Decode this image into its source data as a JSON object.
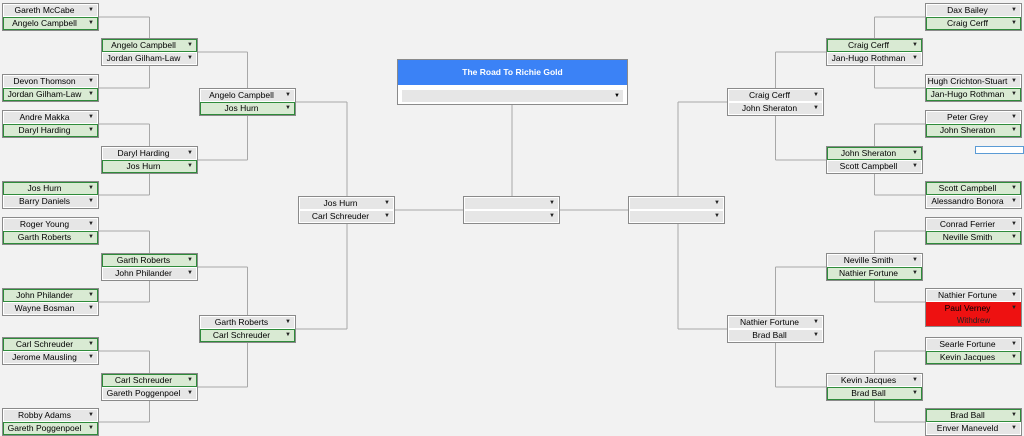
{
  "final": {
    "title": "The Road To Richie Gold",
    "selection": ""
  },
  "left": {
    "r1": [
      [
        {
          "name": "Gareth McCabe",
          "win": false
        },
        {
          "name": "Angelo Campbell",
          "win": true
        }
      ],
      [
        {
          "name": "Devon Thomson",
          "win": false
        },
        {
          "name": "Jordan Gilham-Law",
          "win": true
        }
      ],
      [
        {
          "name": "Andre Makka",
          "win": false
        },
        {
          "name": "Daryl Harding",
          "win": true
        }
      ],
      [
        {
          "name": "Jos Hurn",
          "win": true
        },
        {
          "name": "Barry Daniels",
          "win": false
        }
      ],
      [
        {
          "name": "Roger Young",
          "win": false
        },
        {
          "name": "Garth Roberts",
          "win": true
        }
      ],
      [
        {
          "name": "John Philander",
          "win": true
        },
        {
          "name": "Wayne Bosman",
          "win": false
        }
      ],
      [
        {
          "name": "Carl Schreuder",
          "win": true
        },
        {
          "name": "Jerome Mausling",
          "win": false
        }
      ],
      [
        {
          "name": "Robby Adams",
          "win": false
        },
        {
          "name": "Gareth Poggenpoel",
          "win": true
        }
      ]
    ],
    "r2": [
      [
        {
          "name": "Angelo Campbell",
          "win": true
        },
        {
          "name": "Jordan Gilham-Law",
          "win": false
        }
      ],
      [
        {
          "name": "Daryl Harding",
          "win": false
        },
        {
          "name": "Jos Hurn",
          "win": true
        }
      ],
      [
        {
          "name": "Garth Roberts",
          "win": true
        },
        {
          "name": "John Philander",
          "win": false
        }
      ],
      [
        {
          "name": "Carl Schreuder",
          "win": true
        },
        {
          "name": "Gareth Poggenpoel",
          "win": false
        }
      ]
    ],
    "r3": [
      [
        {
          "name": "Angelo Campbell",
          "win": false
        },
        {
          "name": "Jos Hurn",
          "win": true
        }
      ],
      [
        {
          "name": "Garth Roberts",
          "win": false
        },
        {
          "name": "Carl Schreuder",
          "win": true
        }
      ]
    ],
    "r4": [
      [
        {
          "name": "Jos Hurn",
          "win": false
        },
        {
          "name": "Carl Schreuder",
          "win": false
        }
      ]
    ]
  },
  "right": {
    "r1": [
      [
        {
          "name": "Dax Bailey",
          "win": false
        },
        {
          "name": "Craig Cerff",
          "win": true
        }
      ],
      [
        {
          "name": "Hugh Crichton-Stuart",
          "win": false
        },
        {
          "name": "Jan-Hugo Rothman",
          "win": true
        }
      ],
      [
        {
          "name": "Peter Grey",
          "win": false
        },
        {
          "name": "John Sheraton",
          "win": true
        }
      ],
      [
        {
          "name": "Scott Campbell",
          "win": true
        },
        {
          "name": "Alessandro Bonora",
          "win": false
        }
      ],
      [
        {
          "name": "Conrad Ferrier",
          "win": false
        },
        {
          "name": "Neville Smith",
          "win": true
        }
      ],
      [
        {
          "name": "Nathier Fortune",
          "win": false
        },
        {
          "name": "Paul Verney",
          "win": false,
          "withdrew": true
        }
      ],
      [
        {
          "name": "Searle Fortune",
          "win": false
        },
        {
          "name": "Kevin Jacques",
          "win": true
        }
      ],
      [
        {
          "name": "Brad Ball",
          "win": true
        },
        {
          "name": "Enver Maneveld",
          "win": false
        }
      ]
    ],
    "r2": [
      [
        {
          "name": "Craig Cerff",
          "win": true
        },
        {
          "name": "Jan-Hugo Rothman",
          "win": false
        }
      ],
      [
        {
          "name": "John Sheraton",
          "win": true
        },
        {
          "name": "Scott Campbell",
          "win": false
        }
      ],
      [
        {
          "name": "Neville Smith",
          "win": false
        },
        {
          "name": "Nathier Fortune",
          "win": true
        }
      ],
      [
        {
          "name": "Kevin Jacques",
          "win": false
        },
        {
          "name": "Brad Ball",
          "win": true
        }
      ]
    ],
    "r3": [
      [
        {
          "name": "Craig Cerff",
          "win": false
        },
        {
          "name": "John Sheraton",
          "win": false
        }
      ],
      [
        {
          "name": "Nathier Fortune",
          "win": false
        },
        {
          "name": "Brad Ball",
          "win": false
        }
      ]
    ],
    "r4": [
      [
        {
          "name": "",
          "win": false
        },
        {
          "name": "",
          "win": false
        }
      ]
    ]
  },
  "semi": [
    [
      {
        "name": "",
        "win": false
      },
      {
        "name": "",
        "win": false
      }
    ]
  ],
  "withdrew_label": "Withdrew",
  "icons": {
    "dropdown": "dropdown-arrow-icon"
  }
}
